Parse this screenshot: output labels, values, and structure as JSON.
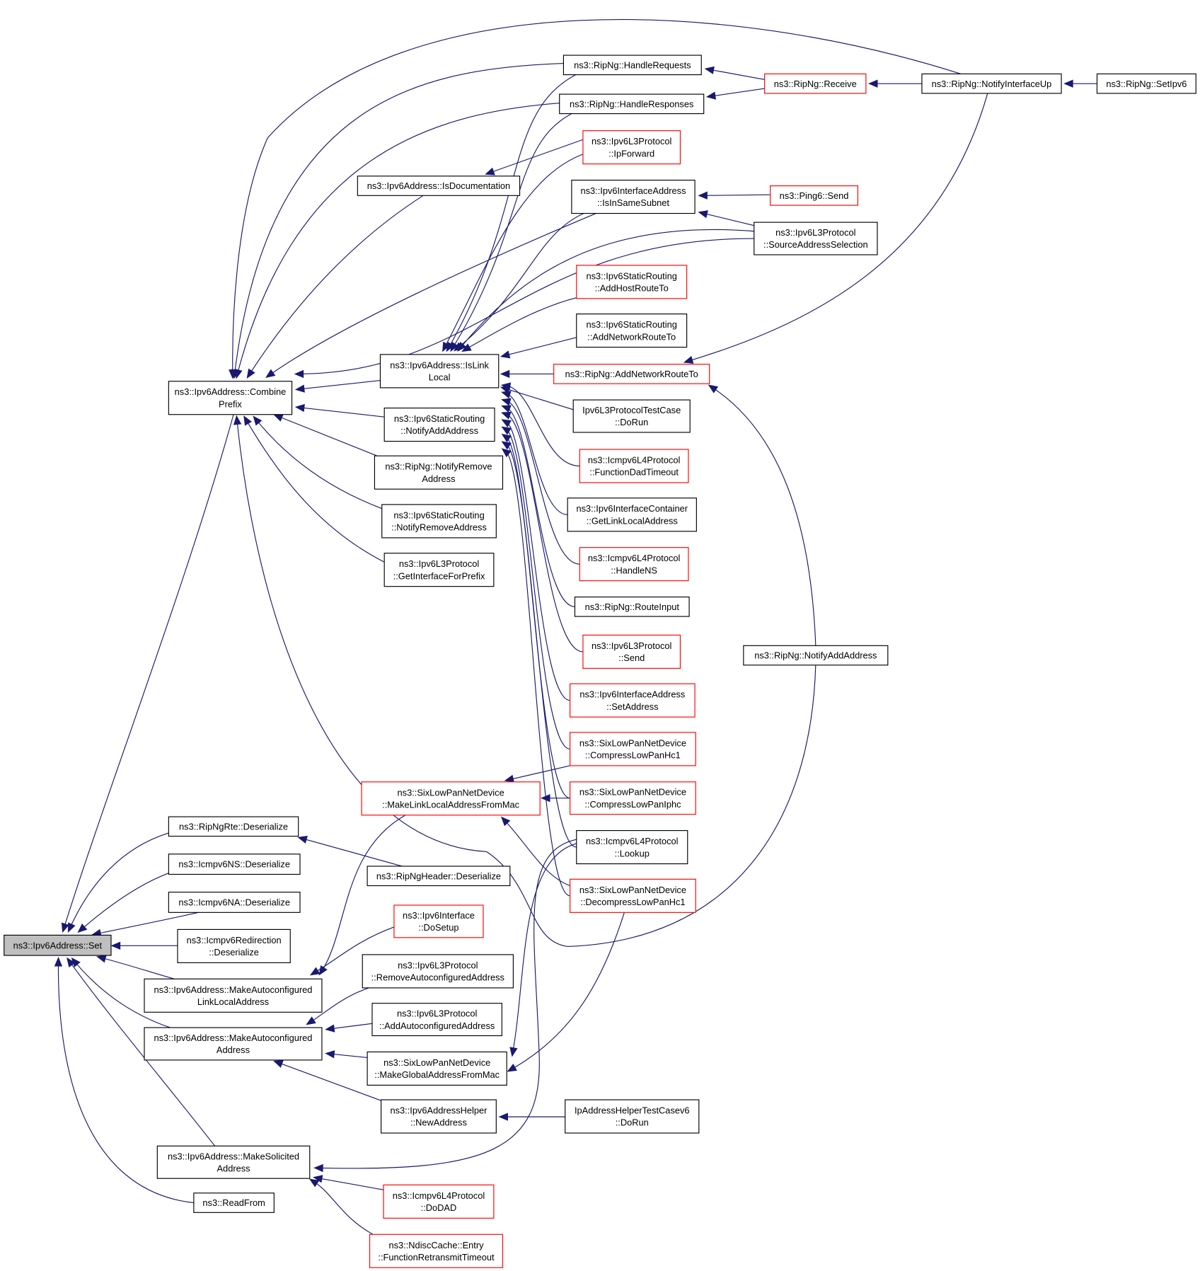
{
  "title": "ns3::Ipv6Address::Set caller graph",
  "colors": {
    "edge": "#191970",
    "node_border": "#000000",
    "node_border_truncated": "#ff0000",
    "root_fill": "#bfbfbf"
  },
  "nodes": {
    "set": {
      "lines": [
        "ns3::Ipv6Address::Set"
      ],
      "style": "root"
    },
    "combineprefix": {
      "lines": [
        "ns3::Ipv6Address::Combine",
        "Prefix"
      ],
      "style": "normal"
    },
    "ripngrte_deser": {
      "lines": [
        "ns3::RipNgRte::Deserialize"
      ],
      "style": "normal"
    },
    "icmpv6ns_deser": {
      "lines": [
        "ns3::Icmpv6NS::Deserialize"
      ],
      "style": "normal"
    },
    "icmpv6na_deser": {
      "lines": [
        "ns3::Icmpv6NA::Deserialize"
      ],
      "style": "normal"
    },
    "icmpv6redir_deser": {
      "lines": [
        "ns3::Icmpv6Redirection",
        "::Deserialize"
      ],
      "style": "normal"
    },
    "makeautoll": {
      "lines": [
        "ns3::Ipv6Address::MakeAutoconfigured",
        "LinkLocalAddress"
      ],
      "style": "normal"
    },
    "makeauto": {
      "lines": [
        "ns3::Ipv6Address::MakeAutoconfigured",
        "Address"
      ],
      "style": "normal"
    },
    "makesolicited": {
      "lines": [
        "ns3::Ipv6Address::MakeSolicited",
        "Address"
      ],
      "style": "normal"
    },
    "readfrom": {
      "lines": [
        "ns3::ReadFrom"
      ],
      "style": "normal"
    },
    "isdocumentation": {
      "lines": [
        "ns3::Ipv6Address::IsDocumentation"
      ],
      "style": "normal"
    },
    "islinklocal": {
      "lines": [
        "ns3::Ipv6Address::IsLink",
        "Local"
      ],
      "style": "normal"
    },
    "staticrouting_notifyadd": {
      "lines": [
        "ns3::Ipv6StaticRouting",
        "::NotifyAddAddress"
      ],
      "style": "normal"
    },
    "ripng_notifyremove": {
      "lines": [
        "ns3::RipNg::NotifyRemove",
        "Address"
      ],
      "style": "normal"
    },
    "staticrouting_notifyremove": {
      "lines": [
        "ns3::Ipv6StaticRouting",
        "::NotifyRemoveAddress"
      ],
      "style": "normal"
    },
    "l3_getinterfaceforprefix": {
      "lines": [
        "ns3::Ipv6L3Protocol",
        "::GetInterfaceForPrefix"
      ],
      "style": "normal"
    },
    "makelinklocalfrommac": {
      "lines": [
        "ns3::SixLowPanNetDevice",
        "::MakeLinkLocalAddressFromMac"
      ],
      "style": "red"
    },
    "ripngheader_deser": {
      "lines": [
        "ns3::RipNgHeader::Deserialize"
      ],
      "style": "normal"
    },
    "ipv6interface_dosetup": {
      "lines": [
        "ns3::Ipv6Interface",
        "::DoSetup"
      ],
      "style": "red"
    },
    "l3_removeauto": {
      "lines": [
        "ns3::Ipv6L3Protocol",
        "::RemoveAutoconfiguredAddress"
      ],
      "style": "normal"
    },
    "l3_addauto": {
      "lines": [
        "ns3::Ipv6L3Protocol",
        "::AddAutoconfiguredAddress"
      ],
      "style": "normal"
    },
    "makeglobalfrommac": {
      "lines": [
        "ns3::SixLowPanNetDevice",
        "::MakeGlobalAddressFromMac"
      ],
      "style": "normal"
    },
    "addresshelper_newaddress": {
      "lines": [
        "ns3::Ipv6AddressHelper",
        "::NewAddress"
      ],
      "style": "normal"
    },
    "icmpv6l4_dodad": {
      "lines": [
        "ns3::Icmpv6L4Protocol",
        "::DoDAD"
      ],
      "style": "red"
    },
    "ndisc_retransmit": {
      "lines": [
        "ns3::NdiscCache::Entry",
        "::FunctionRetransmitTimeout"
      ],
      "style": "red"
    },
    "handlerequests": {
      "lines": [
        "ns3::RipNg::HandleRequests"
      ],
      "style": "normal"
    },
    "handleresponses": {
      "lines": [
        "ns3::RipNg::HandleResponses"
      ],
      "style": "normal"
    },
    "l3_ipforward": {
      "lines": [
        "ns3::Ipv6L3Protocol",
        "::IpForward"
      ],
      "style": "red"
    },
    "isinsamesubnet": {
      "lines": [
        "ns3::Ipv6InterfaceAddress",
        "::IsInSameSubnet"
      ],
      "style": "normal"
    },
    "addhostrouteto": {
      "lines": [
        "ns3::Ipv6StaticRouting",
        "::AddHostRouteTo"
      ],
      "style": "red"
    },
    "addnetworkrouteto_static": {
      "lines": [
        "ns3::Ipv6StaticRouting",
        "::AddNetworkRouteTo"
      ],
      "style": "normal"
    },
    "ripng_addnetworkrouteto": {
      "lines": [
        "ns3::RipNg::AddNetworkRouteTo"
      ],
      "style": "red"
    },
    "l3testcase_dorun": {
      "lines": [
        "Ipv6L3ProtocolTestCase",
        "::DoRun"
      ],
      "style": "normal"
    },
    "icmpv6l4_dadtimeout": {
      "lines": [
        "ns3::Icmpv6L4Protocol",
        "::FunctionDadTimeout"
      ],
      "style": "red"
    },
    "container_getlinklocal": {
      "lines": [
        "ns3::Ipv6InterfaceContainer",
        "::GetLinkLocalAddress"
      ],
      "style": "normal"
    },
    "icmpv6l4_handlens": {
      "lines": [
        "ns3::Icmpv6L4Protocol",
        "::HandleNS"
      ],
      "style": "red"
    },
    "ripng_routeinput": {
      "lines": [
        "ns3::RipNg::RouteInput"
      ],
      "style": "normal"
    },
    "l3_send": {
      "lines": [
        "ns3::Ipv6L3Protocol",
        "::Send"
      ],
      "style": "red"
    },
    "ifaddr_setaddress": {
      "lines": [
        "ns3::Ipv6InterfaceAddress",
        "::SetAddress"
      ],
      "style": "red"
    },
    "compresshc1": {
      "lines": [
        "ns3::SixLowPanNetDevice",
        "::CompressLowPanHc1"
      ],
      "style": "red"
    },
    "compressiphc": {
      "lines": [
        "ns3::SixLowPanNetDevice",
        "::CompressLowPanIphc"
      ],
      "style": "red"
    },
    "icmpv6l4_lookup": {
      "lines": [
        "ns3::Icmpv6L4Protocol",
        "::Lookup"
      ],
      "style": "normal"
    },
    "decompresshc1": {
      "lines": [
        "ns3::SixLowPanNetDevice",
        "::DecompressLowPanHc1"
      ],
      "style": "red"
    },
    "iphelpertest_dorun": {
      "lines": [
        "IpAddressHelperTestCasev6",
        "::DoRun"
      ],
      "style": "normal"
    },
    "ripng_receive": {
      "lines": [
        "ns3::RipNg::Receive"
      ],
      "style": "red"
    },
    "ping6_send": {
      "lines": [
        "ns3::Ping6::Send"
      ],
      "style": "red"
    },
    "l3_sourceaddrsel": {
      "lines": [
        "ns3::Ipv6L3Protocol",
        "::SourceAddressSelection"
      ],
      "style": "normal"
    },
    "ripng_notifyaddaddress": {
      "lines": [
        "ns3::RipNg::NotifyAddAddress"
      ],
      "style": "normal"
    },
    "ripng_notifyinterfaceup": {
      "lines": [
        "ns3::RipNg::NotifyInterfaceUp"
      ],
      "style": "normal"
    },
    "ripng_setipv6": {
      "lines": [
        "ns3::RipNg::SetIpv6"
      ],
      "style": "normal"
    }
  },
  "edges": [
    [
      "combineprefix",
      "set"
    ],
    [
      "ripngrte_deser",
      "set"
    ],
    [
      "icmpv6ns_deser",
      "set"
    ],
    [
      "icmpv6na_deser",
      "set"
    ],
    [
      "icmpv6redir_deser",
      "set"
    ],
    [
      "makeautoll",
      "set"
    ],
    [
      "makeauto",
      "set"
    ],
    [
      "makesolicited",
      "set"
    ],
    [
      "readfrom",
      "set"
    ],
    [
      "handlerequests",
      "combineprefix"
    ],
    [
      "handleresponses",
      "combineprefix"
    ],
    [
      "isdocumentation",
      "combineprefix"
    ],
    [
      "isinsamesubnet",
      "combineprefix"
    ],
    [
      "l3_sourceaddrsel",
      "combineprefix"
    ],
    [
      "ripng_notifyinterfaceup",
      "combineprefix"
    ],
    [
      "islinklocal",
      "combineprefix"
    ],
    [
      "staticrouting_notifyadd",
      "combineprefix"
    ],
    [
      "ripng_notifyremove",
      "combineprefix"
    ],
    [
      "staticrouting_notifyremove",
      "combineprefix"
    ],
    [
      "l3_getinterfaceforprefix",
      "combineprefix"
    ],
    [
      "ripng_notifyaddaddress",
      "combineprefix"
    ],
    [
      "l3_ipforward",
      "isdocumentation"
    ],
    [
      "handlerequests",
      "islinklocal"
    ],
    [
      "handleresponses",
      "islinklocal"
    ],
    [
      "l3_ipforward",
      "islinklocal"
    ],
    [
      "isinsamesubnet",
      "islinklocal"
    ],
    [
      "l3_sourceaddrsel",
      "islinklocal"
    ],
    [
      "addhostrouteto",
      "islinklocal"
    ],
    [
      "addnetworkrouteto_static",
      "islinklocal"
    ],
    [
      "ripng_addnetworkrouteto",
      "islinklocal"
    ],
    [
      "l3testcase_dorun",
      "islinklocal"
    ],
    [
      "icmpv6l4_dadtimeout",
      "islinklocal"
    ],
    [
      "container_getlinklocal",
      "islinklocal"
    ],
    [
      "icmpv6l4_handlens",
      "islinklocal"
    ],
    [
      "ripng_routeinput",
      "islinklocal"
    ],
    [
      "l3_send",
      "islinklocal"
    ],
    [
      "ifaddr_setaddress",
      "islinklocal"
    ],
    [
      "compresshc1",
      "islinklocal"
    ],
    [
      "compressiphc",
      "islinklocal"
    ],
    [
      "icmpv6l4_lookup",
      "islinklocal"
    ],
    [
      "decompresshc1",
      "islinklocal"
    ],
    [
      "ripng_receive",
      "handlerequests"
    ],
    [
      "ripng_receive",
      "handleresponses"
    ],
    [
      "ping6_send",
      "isinsamesubnet"
    ],
    [
      "l3_sourceaddrsel",
      "isinsamesubnet"
    ],
    [
      "ripng_notifyinterfaceup",
      "ripng_receive"
    ],
    [
      "ripng_setipv6",
      "ripng_notifyinterfaceup"
    ],
    [
      "ripng_notifyinterfaceup",
      "ripng_addnetworkrouteto"
    ],
    [
      "ripng_notifyaddaddress",
      "ripng_addnetworkrouteto"
    ],
    [
      "ripngheader_deser",
      "ripngrte_deser"
    ],
    [
      "makelinklocalfrommac",
      "makeautoll"
    ],
    [
      "ipv6interface_dosetup",
      "makeautoll"
    ],
    [
      "compresshc1",
      "makelinklocalfrommac"
    ],
    [
      "compressiphc",
      "makelinklocalfrommac"
    ],
    [
      "decompresshc1",
      "makelinklocalfrommac"
    ],
    [
      "l3_removeauto",
      "makeauto"
    ],
    [
      "l3_addauto",
      "makeauto"
    ],
    [
      "makeglobalfrommac",
      "makeauto"
    ],
    [
      "addresshelper_newaddress",
      "makeauto"
    ],
    [
      "icmpv6l4_lookup",
      "makeglobalfrommac"
    ],
    [
      "decompresshc1",
      "makeglobalfrommac"
    ],
    [
      "iphelpertest_dorun",
      "addresshelper_newaddress"
    ],
    [
      "icmpv6l4_lookup",
      "makesolicited"
    ],
    [
      "icmpv6l4_dodad",
      "makesolicited"
    ],
    [
      "ndisc_retransmit",
      "makesolicited"
    ]
  ]
}
